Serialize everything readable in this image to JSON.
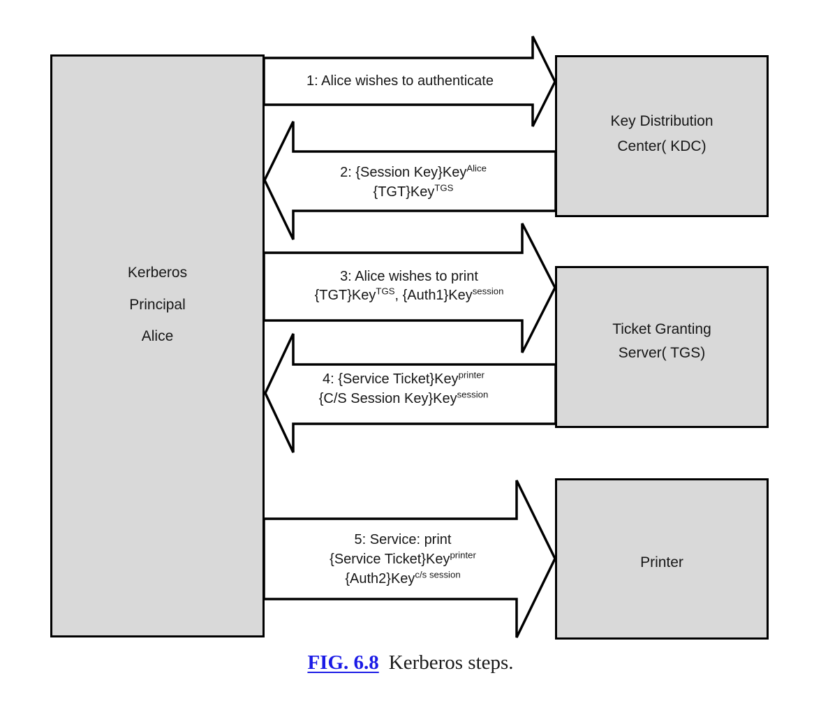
{
  "figure": {
    "caption_label": "FIG. 6.8",
    "caption_text": "Kerberos steps."
  },
  "nodes": {
    "alice": {
      "lines": [
        "Kerberos",
        "Principal",
        "Alice"
      ]
    },
    "kdc": {
      "lines": [
        "Key Distribution",
        "Center( KDC)"
      ]
    },
    "tgs": {
      "lines": [
        "Ticket Granting",
        "Server( TGS)"
      ]
    },
    "printer": {
      "lines": [
        "Printer"
      ]
    }
  },
  "arrows": [
    {
      "step": 1,
      "direction": "right",
      "from": "alice",
      "to": "kdc",
      "lines": [
        [
          {
            "t": "1: Alice wishes to authenticate"
          }
        ]
      ]
    },
    {
      "step": 2,
      "direction": "left",
      "from": "kdc",
      "to": "alice",
      "lines": [
        [
          {
            "t": "2: {Session Key}Key"
          },
          {
            "sup": "Alice"
          }
        ],
        [
          {
            "t": "{TGT}Key"
          },
          {
            "sup": "TGS"
          }
        ]
      ]
    },
    {
      "step": 3,
      "direction": "right",
      "from": "alice",
      "to": "tgs",
      "lines": [
        [
          {
            "t": "3: Alice wishes to print"
          }
        ],
        [
          {
            "t": "{TGT}Key"
          },
          {
            "sup": "TGS"
          },
          {
            "t": ", {Auth1}Key"
          },
          {
            "sup": "session"
          }
        ]
      ]
    },
    {
      "step": 4,
      "direction": "left",
      "from": "tgs",
      "to": "alice",
      "lines": [
        [
          {
            "t": "4: {Service Ticket}Key"
          },
          {
            "sup": "printer"
          }
        ],
        [
          {
            "t": "{C/S Session Key}Key"
          },
          {
            "sup": "session"
          }
        ]
      ]
    },
    {
      "step": 5,
      "direction": "right",
      "from": "alice",
      "to": "printer",
      "lines": [
        [
          {
            "t": "5: Service: print"
          }
        ],
        [
          {
            "t": "{Service Ticket}Key"
          },
          {
            "sup": "printer"
          }
        ],
        [
          {
            "t": "{Auth2}Key"
          },
          {
            "sup": "c/s session"
          }
        ]
      ]
    }
  ],
  "colors": {
    "box_fill": "#d9d9d9",
    "box_border": "#000000",
    "arrow_fill": "#ffffff",
    "arrow_border": "#000000",
    "caption_link_color": "#1b1be6"
  }
}
